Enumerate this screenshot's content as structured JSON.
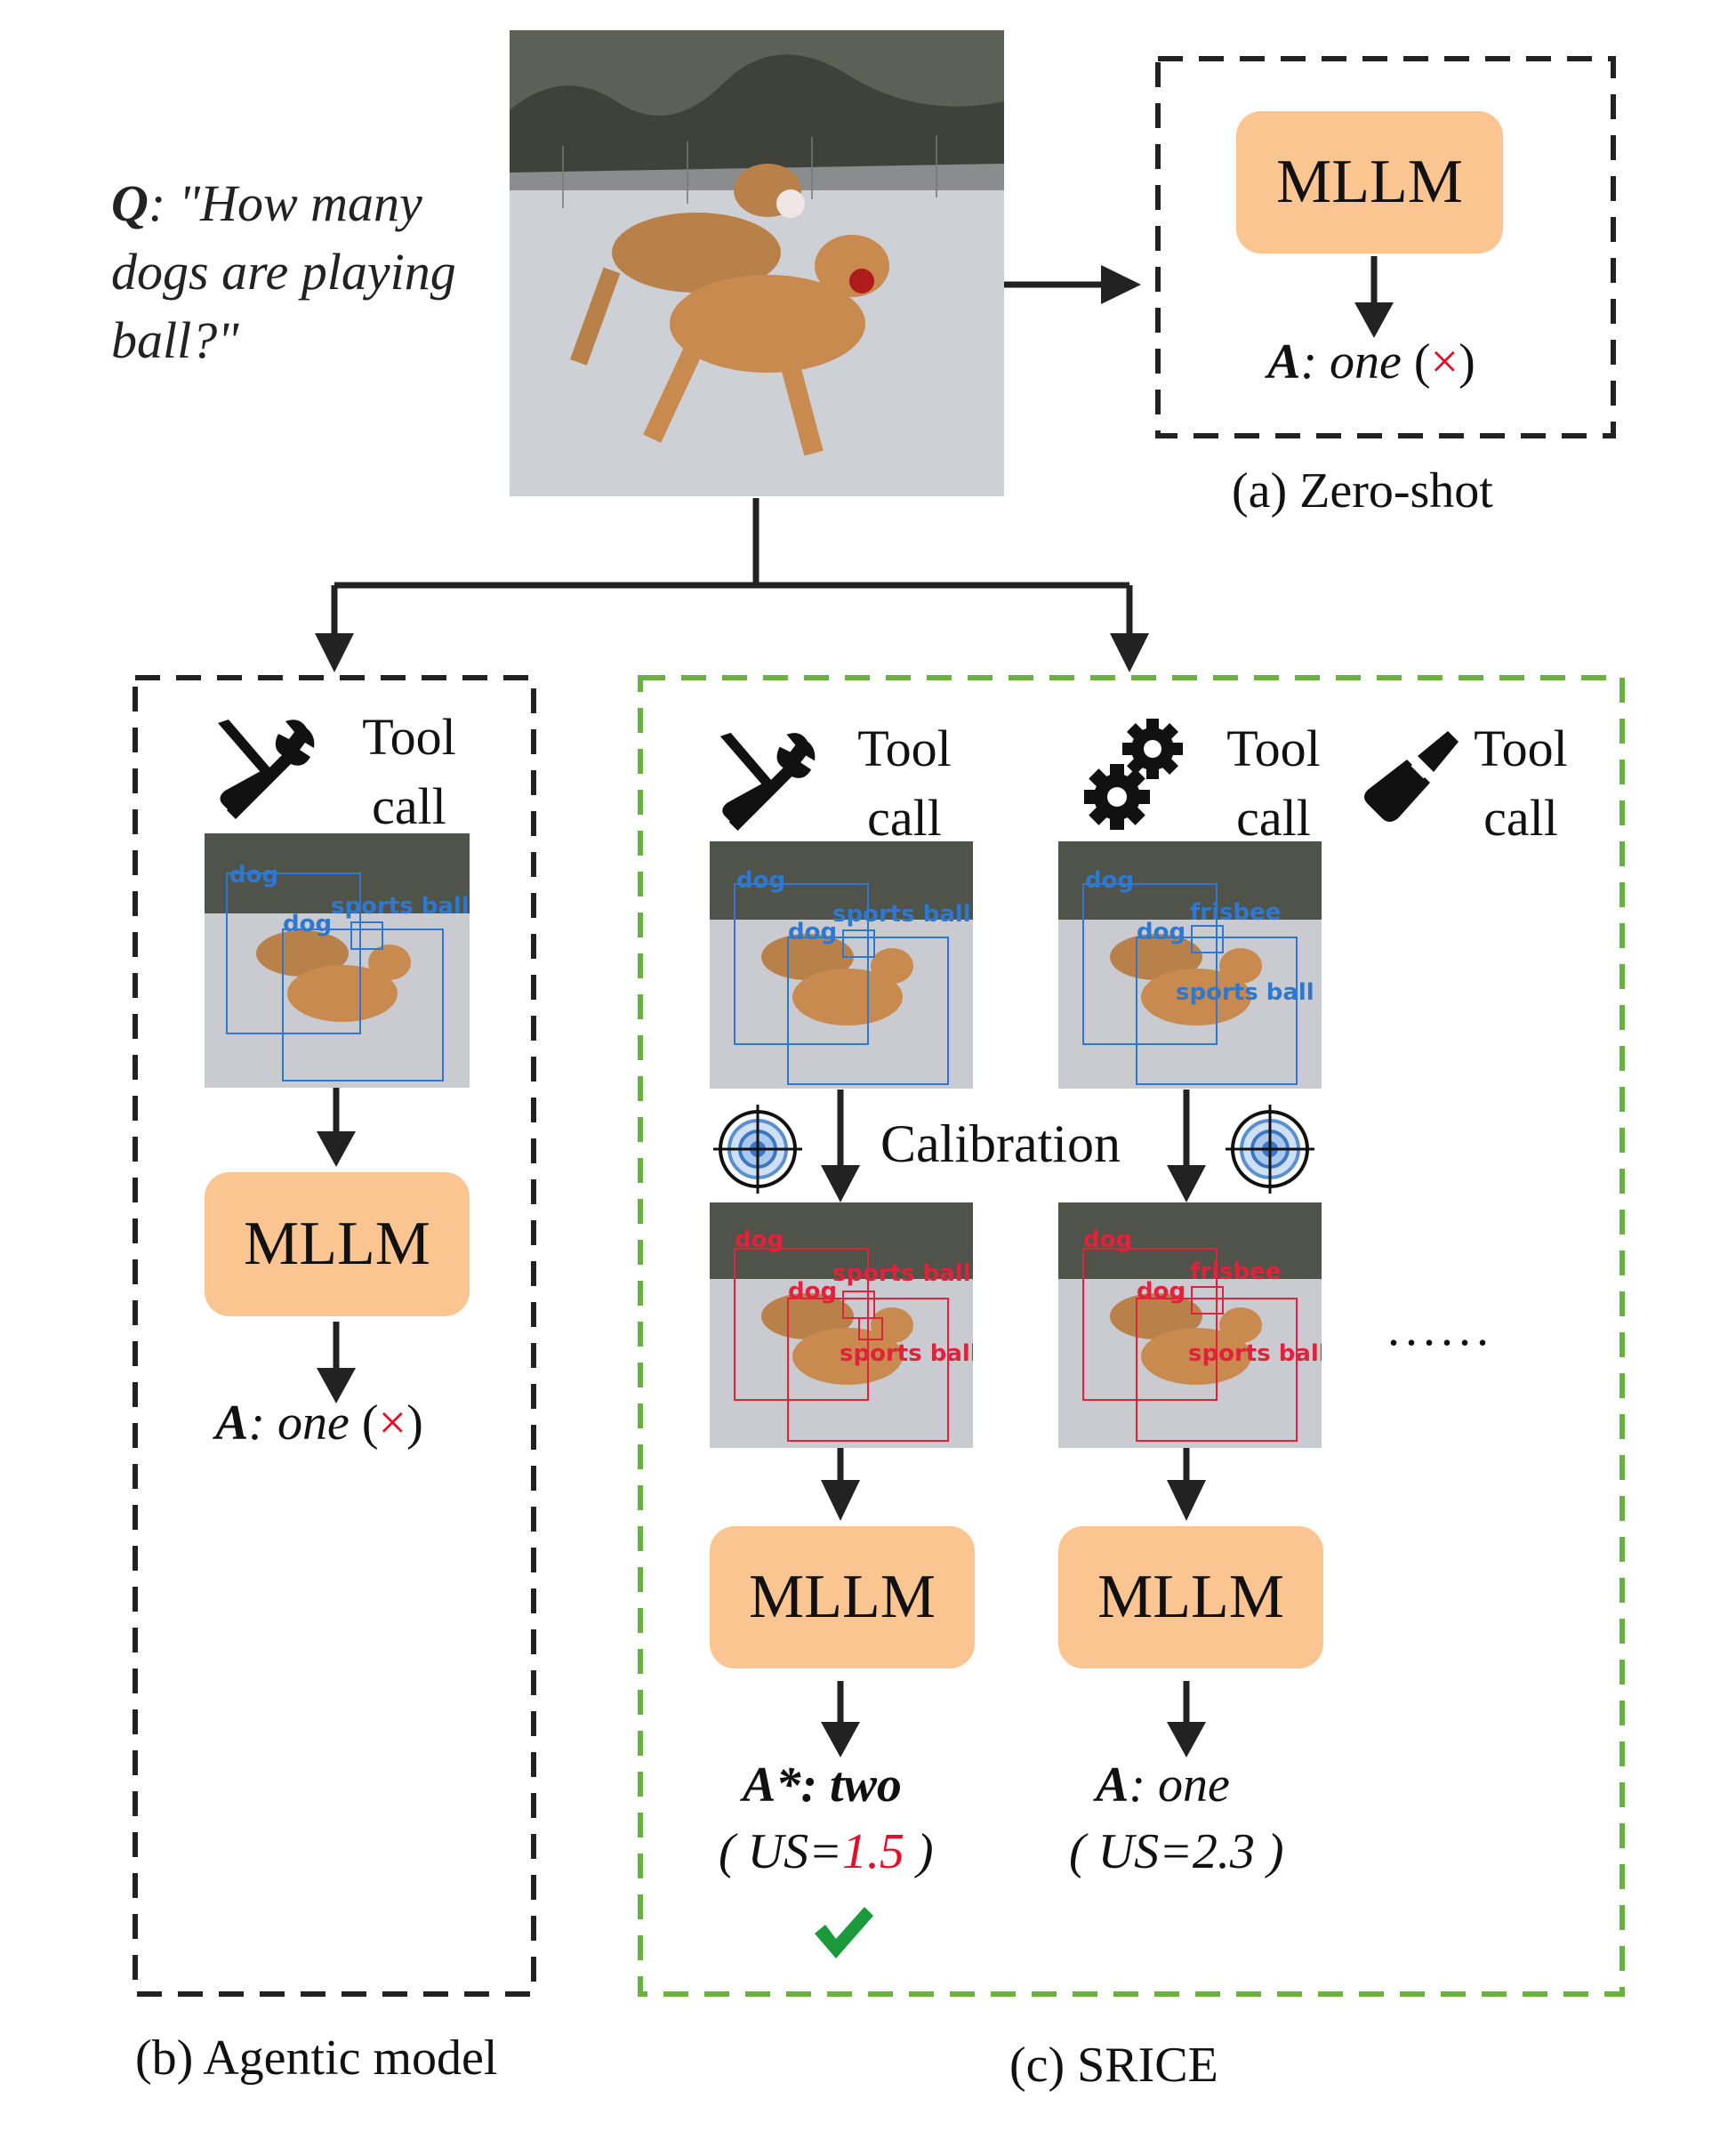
{
  "question": {
    "prefix": "Q",
    "line1": ": \"How many",
    "line2": "dogs are playing",
    "line3": "ball?\""
  },
  "mllm_label": "MLLM",
  "tool": {
    "line1": "Tool",
    "line2": "call"
  },
  "calibration_label": "Calibration",
  "ellipsis": "......",
  "captions": {
    "zero_shot": "(a) Zero-shot",
    "agentic": "(b) Agentic model",
    "srice": "(c) SRICE"
  },
  "answers": {
    "zero_shot": {
      "prefix": "A",
      "text": ": one",
      "open": "(",
      "mark": "×",
      "close": ")"
    },
    "agentic": {
      "prefix": "A",
      "text": ": one",
      "open": "(",
      "mark": "×",
      "close": ")"
    },
    "srice_left": {
      "prefix": "A*",
      "text": ": two",
      "us_open": "( US=",
      "us_value": "1.5",
      "us_close": " )"
    },
    "srice_right": {
      "prefix": "A",
      "text": ": one",
      "us": "( US=2.3 )"
    }
  },
  "detections": {
    "agentic": [
      "dog",
      "dog",
      "sports ball"
    ],
    "srice_tool1": [
      "dog",
      "dog",
      "sports ball"
    ],
    "srice_tool2": [
      "dog",
      "dog",
      "frisbee",
      "sports ball"
    ],
    "srice_cal1": [
      "dog",
      "dog",
      "sports ball",
      "sports ball"
    ],
    "srice_cal2": [
      "dog",
      "dog",
      "frisbee",
      "sports ball"
    ]
  },
  "icons": [
    "wrench-screwdriver-icon",
    "gears-icon",
    "brush-icon",
    "target-icon",
    "check-icon",
    "cross-icon"
  ],
  "colors": {
    "mllm_fill": "#fbc592",
    "dashed_black": "#222222",
    "dashed_green": "#6ab23f",
    "detect_blue": "#2e78d0",
    "detect_red": "#e0223a",
    "wrong_red": "#e0102b",
    "check_green": "#1a9a3a"
  }
}
